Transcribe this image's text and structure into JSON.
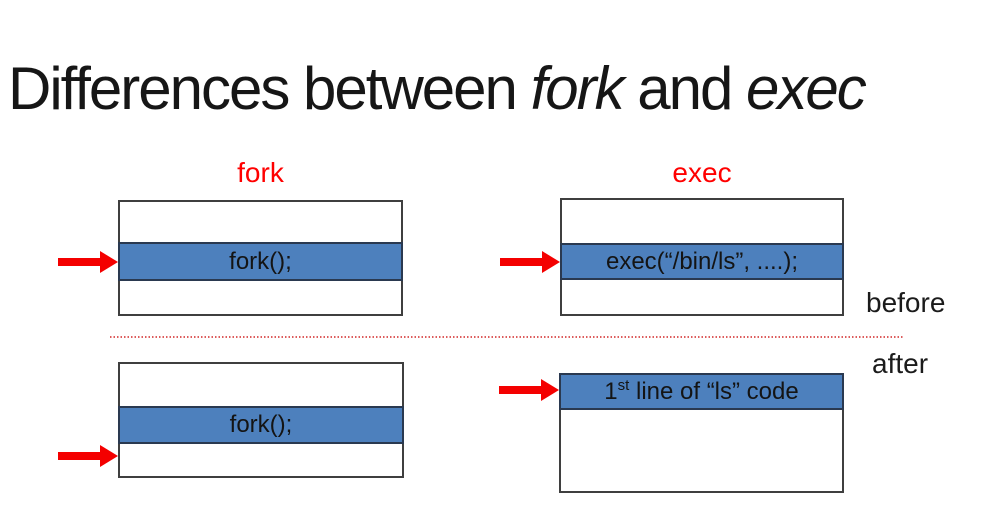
{
  "title": {
    "run_normal_1": "Differences between ",
    "run_italic_1": "fork",
    "run_normal_2": " and ",
    "run_italic_2": "exec"
  },
  "columns": {
    "left_label": "fork",
    "right_label": "exec"
  },
  "stage_labels": {
    "before": "before",
    "after": "after"
  },
  "diagram": {
    "top_left_code": "fork();",
    "top_right_code": "exec(“/bin/ls”, ....);",
    "bottom_left_code": "fork();",
    "bottom_right": {
      "number": "1",
      "ordinal_suffix": "st",
      "text": " line of “ls” code"
    }
  },
  "icons": {
    "pointer": "red-arrow-icon"
  },
  "colors": {
    "band_fill": "#4d80bd",
    "band_border": "#2a3950",
    "box_border": "#3f3f3f",
    "arrow_red": "#f40000",
    "label_red": "#ff0000",
    "divider_red": "#dd5c5c",
    "text_black": "#161616"
  }
}
